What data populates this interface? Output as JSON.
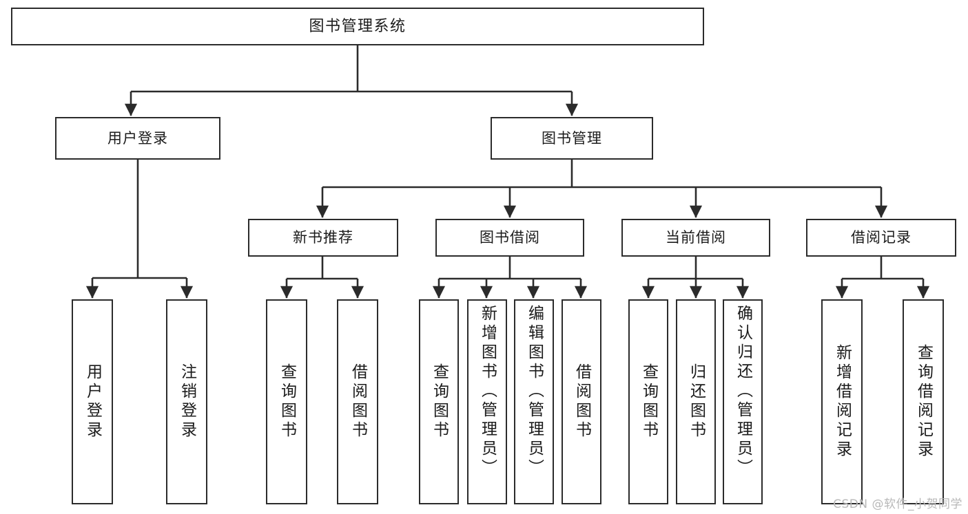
{
  "diagram": {
    "title": "图书管理系统",
    "watermark": "CSDN @软件_小贺同学",
    "type": "tree",
    "root": {
      "id": "root",
      "label": "图书管理系统"
    },
    "level2": [
      {
        "id": "user-login",
        "label": "用户登录"
      },
      {
        "id": "book-manage",
        "label": "图书管理"
      }
    ],
    "level3": [
      {
        "id": "new-book-rec",
        "label": "新书推荐",
        "parent": "book-manage"
      },
      {
        "id": "book-borrow",
        "label": "图书借阅",
        "parent": "book-manage"
      },
      {
        "id": "current-borrow",
        "label": "当前借阅",
        "parent": "book-manage"
      },
      {
        "id": "borrow-record",
        "label": "借阅记录",
        "parent": "book-manage"
      }
    ],
    "leaves": [
      {
        "id": "leaf-user-login",
        "label": "用户登录",
        "parent": "user-login"
      },
      {
        "id": "leaf-logout",
        "label": "注销登录",
        "parent": "user-login"
      },
      {
        "id": "leaf-query-book-1",
        "label": "查询图书",
        "parent": "new-book-rec"
      },
      {
        "id": "leaf-borrow-book-1",
        "label": "借阅图书",
        "parent": "new-book-rec"
      },
      {
        "id": "leaf-query-book-2",
        "label": "查询图书",
        "parent": "book-borrow"
      },
      {
        "id": "leaf-add-book",
        "label": "新增图书（管理员）",
        "parent": "book-borrow"
      },
      {
        "id": "leaf-edit-book",
        "label": "编辑图书（管理员）",
        "parent": "book-borrow"
      },
      {
        "id": "leaf-borrow-book-2",
        "label": "借阅图书",
        "parent": "book-borrow"
      },
      {
        "id": "leaf-query-book-3",
        "label": "查询图书",
        "parent": "current-borrow"
      },
      {
        "id": "leaf-return-book",
        "label": "归还图书",
        "parent": "current-borrow"
      },
      {
        "id": "leaf-confirm-return",
        "label": "确认归还（管理员）",
        "parent": "current-borrow"
      },
      {
        "id": "leaf-add-record",
        "label": "新增借阅记录",
        "parent": "borrow-record"
      },
      {
        "id": "leaf-query-record",
        "label": "查询借阅记录",
        "parent": "borrow-record"
      }
    ],
    "colors": {
      "stroke": "#2b2b2b",
      "fill": "#ffffff",
      "text": "#1b1b1b",
      "watermark": "#b8b8b8"
    }
  }
}
